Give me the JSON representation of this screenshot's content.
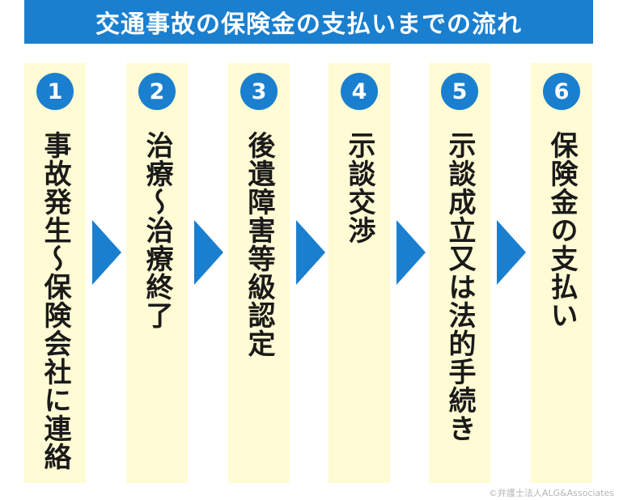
{
  "title": "交通事故の保険金の支払いまでの流れ",
  "steps": [
    {
      "number": "1",
      "label": "事故発生〜保険会社に連絡"
    },
    {
      "number": "2",
      "label": "治療〜治療終了"
    },
    {
      "number": "3",
      "label": "後遺障害等級認定"
    },
    {
      "number": "4",
      "label": "示談交渉"
    },
    {
      "number": "5",
      "label": "示談成立又は法的手続き"
    },
    {
      "number": "6",
      "label": "保険金の支払い"
    }
  ],
  "credit": "©弁護士法人ALG&Associates",
  "colors": {
    "accent": "#1a7fcf",
    "step_bg": "#fffbd4"
  }
}
